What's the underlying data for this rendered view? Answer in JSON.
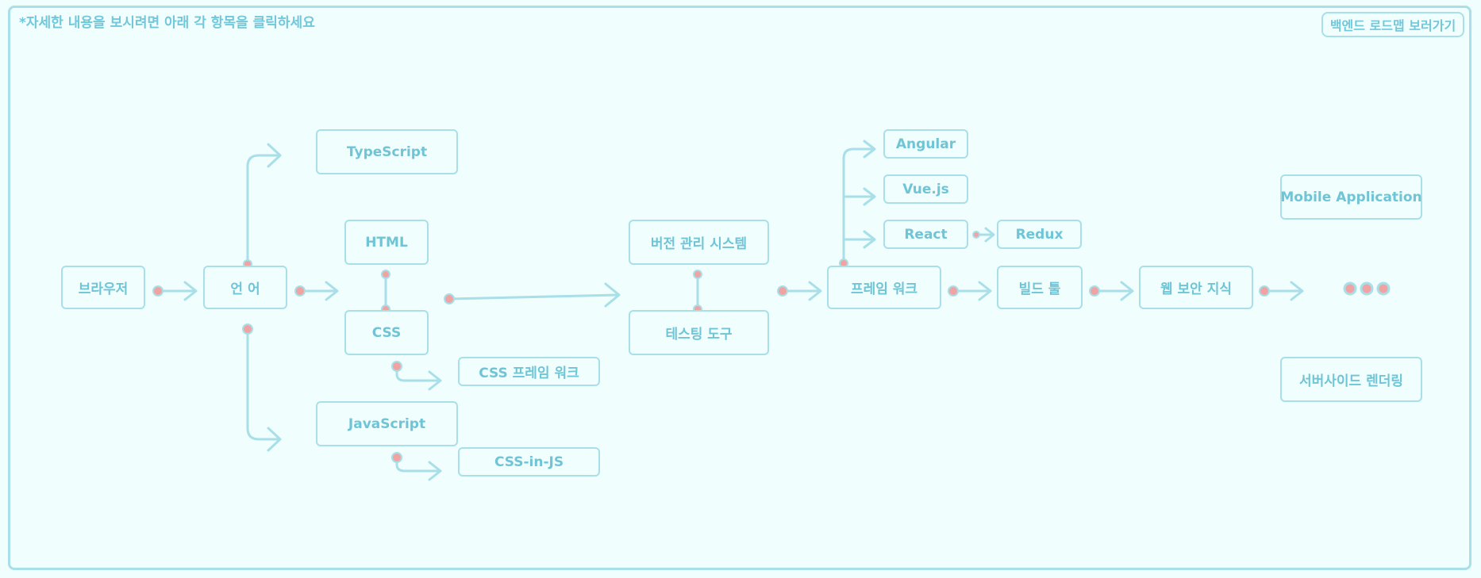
{
  "hint": "*자세한 내용을 보시려면 아래 각 항목을 클릭하세요",
  "backend_link": "백엔드 로드맵 보러가기",
  "colors": {
    "stroke": "#a8dfe8",
    "text": "#6fc4d6",
    "dot": "#f0a3a3",
    "background": "#f0fefd"
  },
  "nodes": {
    "browser": "브라우저",
    "language": "언 어",
    "typescript": "TypeScript",
    "html": "HTML",
    "css": "CSS",
    "javascript": "JavaScript",
    "css_framework": "CSS 프레임 워크",
    "css_in_js": "CSS-in-JS",
    "vcs": "버전 관리 시스템",
    "testing": "테스팅 도구",
    "framework": "프레임 워크",
    "angular": "Angular",
    "vue": "Vue.js",
    "react": "React",
    "redux": "Redux",
    "build_tool": "빌드 툴",
    "web_security": "웹 보안 지식",
    "mobile_app": "Mobile Application",
    "ssr": "서버사이드 렌더링"
  }
}
